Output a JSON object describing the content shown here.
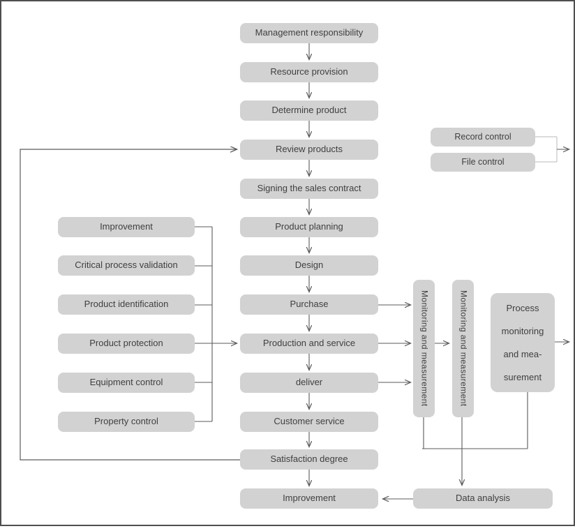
{
  "diagram_type": "flowchart",
  "colors": {
    "box_fill": "#d2d2d2",
    "box_text": "#3f3f3f",
    "connector": "#5a5a5a",
    "connector_light": "#c6c6c6",
    "frame_border": "#4e4e4e",
    "background": "#ffffff"
  },
  "center_flow": [
    "Management responsibility",
    "Resource provision",
    "Determine product",
    "Review products",
    "Signing the sales contract",
    "Product planning",
    "Design",
    "Purchase",
    "Production and service",
    "deliver",
    "Customer service",
    "Satisfaction degree",
    "Improvement"
  ],
  "left_column": [
    "Improvement",
    "Critical process validation",
    "Product identification",
    "Product protection",
    "Equipment control",
    "Property control"
  ],
  "record_group": [
    "Record control",
    "File control"
  ],
  "monitoring_columns": [
    "Monitoring and measurement",
    "Monitoring and measurement"
  ],
  "process_box": "Process monitoring and mea-surement",
  "data_analysis": "Data analysis"
}
